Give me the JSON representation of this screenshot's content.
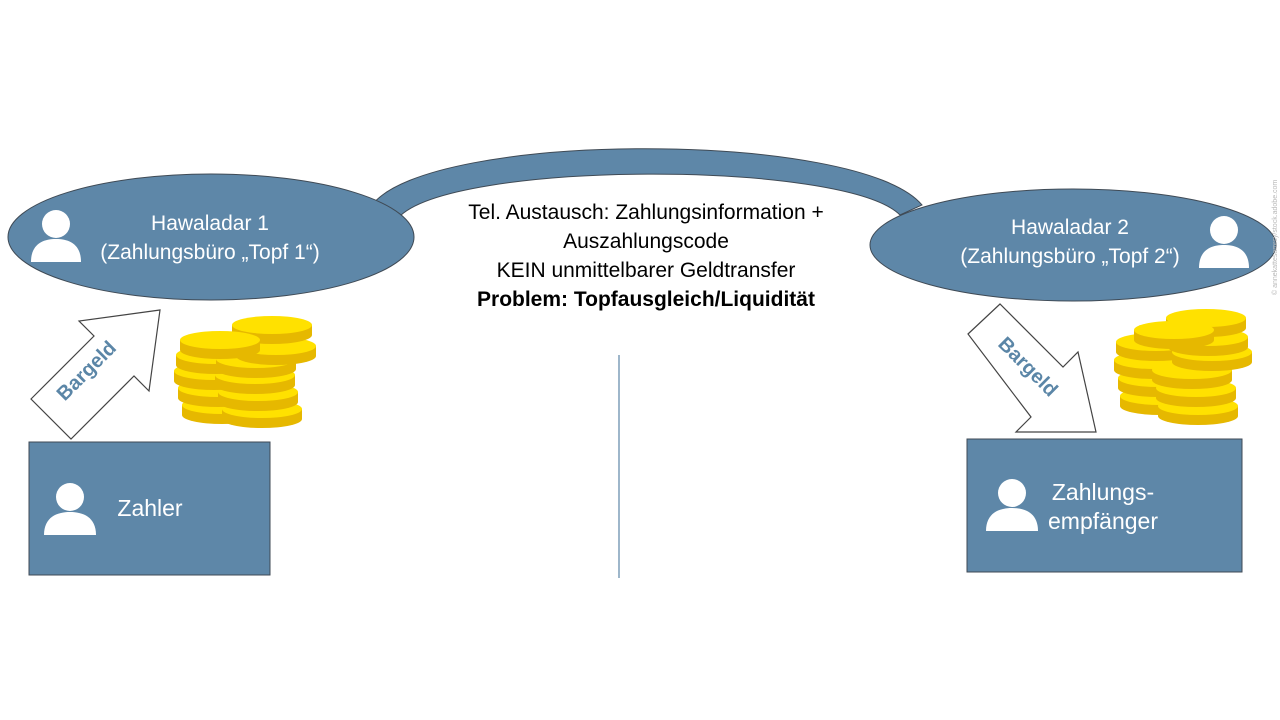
{
  "colors": {
    "accent": "#5e87a8",
    "outline": "#3f4a55",
    "text_on_accent": "#ffffff",
    "coin_fill": "#ffe100",
    "coin_edge": "#e6b800"
  },
  "hawaladar1": {
    "line1": "Hawaladar 1",
    "line2": "(Zahlungsbüro „Topf 1“)",
    "icon": "person-icon"
  },
  "hawaladar2": {
    "line1": "Hawaladar 2",
    "line2": "(Zahlungsbüro „Topf 2“)",
    "icon": "person-icon"
  },
  "center": {
    "line1": "Tel. Austausch: Zahlungsinformation +",
    "line2": "Auszahlungscode",
    "line3": "KEIN unmittelbarer Geldtransfer",
    "line4": "Problem: Topfausgleich/Liquidität"
  },
  "payer": {
    "label": "Zahler",
    "icon": "person-icon"
  },
  "recipient": {
    "line1": "Zahlungs-",
    "line2": "empfänger",
    "icon": "person-icon"
  },
  "arrow_left": {
    "label": "Bargeld"
  },
  "arrow_right": {
    "label": "Bargeld"
  },
  "watermark": "© annekattesamrcy/stock.adobe.com"
}
